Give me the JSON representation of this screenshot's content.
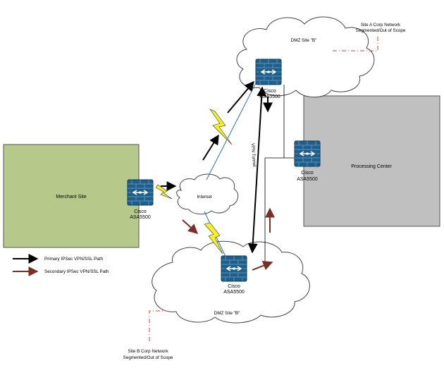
{
  "merchant_site_label": "Merchant Site",
  "processing_center_label": "Processing Center",
  "internet_label": "Internet",
  "dmz_top_label": "DMZ Site \"B\"",
  "dmz_bottom_label": "DMZ Site \"B\"",
  "firewall_merchant": {
    "line1": "Cisco",
    "line2": "ASA5500"
  },
  "firewall_dmz_top": {
    "line1": "Cisco",
    "line2": "ASA5500"
  },
  "firewall_processing": {
    "line1": "Cisco",
    "line2": "ASA5500"
  },
  "firewall_dmz_bottom": {
    "line1": "Cisco",
    "line2": "ASA5500"
  },
  "vpn_tunnel_label": "VPN Tunnel",
  "site_a_note": {
    "line1": "Site A Corp Network",
    "line2": "Segmented/Out of Scope"
  },
  "site_b_note": {
    "line1": "Site B Corp Network",
    "line2": "Segmented/Out of Scope"
  },
  "legend": {
    "primary": "Primary IPSec VPN/SSL Path",
    "secondary": "Secondary IPSec VPN/SSL Path"
  },
  "colors": {
    "merchant_fill": "#b6c98a",
    "processing_fill": "#c0c0c0",
    "firewall_blue": "#1f5f8b",
    "primary_path": "#000000",
    "secondary_path": "#7a2e24",
    "lightning": "#f5f02a",
    "scope_dash": "#e0403a"
  },
  "icons": {
    "firewall": "firewall-icon",
    "lightning": "lightning-bolt-icon",
    "cloud": "cloud-icon"
  }
}
